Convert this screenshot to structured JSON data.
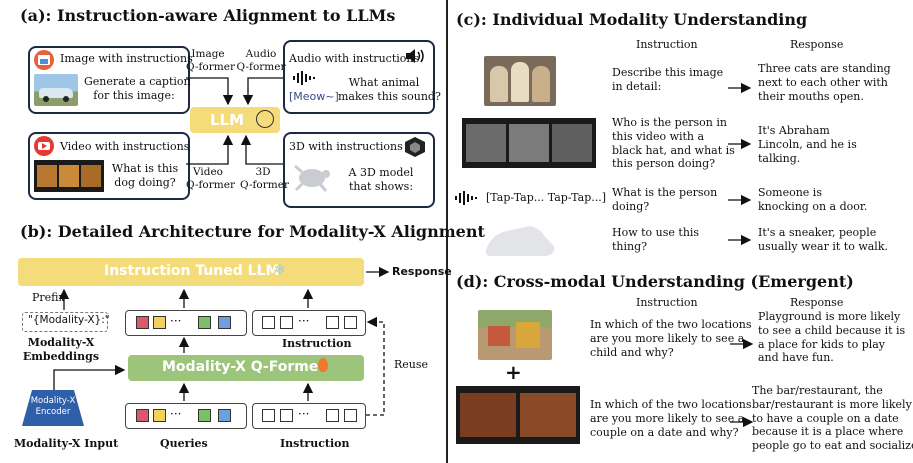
{
  "panel_a": {
    "title": "(a): Instruction-aware Alignment to LLMs",
    "image_box": {
      "header": "Image with instructions",
      "instruction": "Generate a caption\nfor this image:"
    },
    "audio_box": {
      "header": "Audio with instructions",
      "sound": "[Meow~]",
      "question": "What animal\nmakes this sound?"
    },
    "video_box": {
      "header": "Video with instructions",
      "question": "What is this\ndog doing?"
    },
    "threed_box": {
      "header": "3D with instructions",
      "prompt": "A 3D model\nthat shows:"
    },
    "llm_label": "LLM",
    "image_qformer": "Image\nQ-former",
    "audio_qformer": "Audio\nQ-former",
    "video_qformer": "Video\nQ-former",
    "threed_qformer": "3D\nQ-former"
  },
  "panel_b": {
    "title": "(b): Detailed Architecture for Modality-X Alignment",
    "llm_label": "Instruction Tuned LLM",
    "response_label": "Response",
    "prefix_label": "Prefix",
    "prefix_text": "\"{Modality-X}:\"",
    "embeddings_label": "Modality-X\nEmbeddings",
    "instruction_label_top": "Instruction",
    "qformer_label": "Modality-X Q-Former",
    "reuse_label": "Reuse",
    "encoder_label": "Modality-X\nEncoder",
    "input_label": "Modality-X Input",
    "queries_label": "Queries",
    "instruction_label_bottom": "Instruction",
    "dots": "···"
  },
  "panel_c": {
    "title": "(c): Individual Modality Understanding",
    "col_instruction": "Instruction",
    "col_response": "Response",
    "audio_text": "[Tap-Tap... Tap-Tap...]",
    "rows": [
      {
        "instruction": "Describe this image\nin detail:",
        "response": "Three cats are standing\nnext to each other with\ntheir mouths open."
      },
      {
        "instruction": "Who is the person in\nthis video with a\nblack hat, and what is\nthis person doing?",
        "response": "It's Abraham\nLincoln, and he is\ntalking."
      },
      {
        "instruction": "What is the person\ndoing?",
        "response": "Someone is\nknocking on a door."
      },
      {
        "instruction": "How to use this\nthing?",
        "response": "It's a sneaker, people\nusually wear it to walk."
      }
    ]
  },
  "panel_d": {
    "title": "(d): Cross-modal Understanding (Emergent)",
    "col_instruction": "Instruction",
    "col_response": "Response",
    "plus": "+",
    "rows": [
      {
        "instruction": "In which of the two locations\nare you more likely to see a\nchild and why?",
        "response": "Playground is more likely\nto see a child because it is\na place for kids to play\nand have fun."
      },
      {
        "instruction": "In which of the two locations\nare you more likely to see a\ncouple on a date and why?",
        "response": "The bar/restaurant, the\nbar/restaurant is more likely\nto have a couple on a date\nbecause it is a place where\npeople go to eat and socialize."
      }
    ]
  },
  "colors": {
    "box_border": "#1e2a44",
    "llm_yellow": "#f5dc7a",
    "qformer_green": "#9cc47a",
    "encoder_blue": "#2f5fa8"
  }
}
